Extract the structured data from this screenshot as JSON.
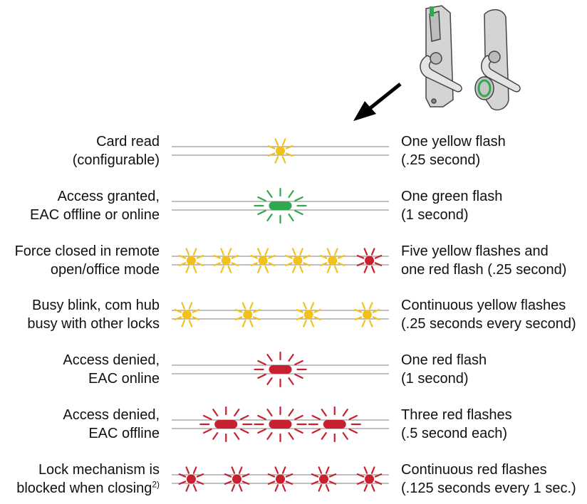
{
  "colors": {
    "yellow": "#f2c21b",
    "green": "#2fa84f",
    "red": "#c8202e",
    "track": "#999999",
    "lock_body": "#cfcfcf",
    "lock_outline": "#444444"
  },
  "rows": [
    {
      "label_lines": [
        "Card read",
        "(configurable)"
      ],
      "label_sup": "",
      "desc_lines": [
        "One yellow flash",
        "(.25 second)"
      ],
      "flashes": [
        {
          "color": "yellow",
          "shape": "dot",
          "pos": 0.5
        }
      ]
    },
    {
      "label_lines": [
        "Access granted,",
        "EAC offline or online"
      ],
      "label_sup": "",
      "desc_lines": [
        "One green flash",
        "(1 second)"
      ],
      "flashes": [
        {
          "color": "green",
          "shape": "bar",
          "pos": 0.5
        }
      ]
    },
    {
      "label_lines": [
        "Force closed in remote",
        "open/office mode"
      ],
      "label_sup": "",
      "desc_lines": [
        "Five yellow flashes and",
        "one red flash (.25 second)"
      ],
      "flashes": [
        {
          "color": "yellow",
          "shape": "dot",
          "pos": 0.09
        },
        {
          "color": "yellow",
          "shape": "dot",
          "pos": 0.25
        },
        {
          "color": "yellow",
          "shape": "dot",
          "pos": 0.42
        },
        {
          "color": "yellow",
          "shape": "dot",
          "pos": 0.58
        },
        {
          "color": "yellow",
          "shape": "dot",
          "pos": 0.74
        },
        {
          "color": "red",
          "shape": "dot",
          "pos": 0.91
        }
      ]
    },
    {
      "label_lines": [
        "Busy blink, com hub",
        "busy with other locks"
      ],
      "label_sup": "",
      "desc_lines": [
        "Continuous yellow flashes",
        "(.25 seconds every second)"
      ],
      "flashes": [
        {
          "color": "yellow",
          "shape": "dot",
          "pos": 0.07
        },
        {
          "color": "yellow",
          "shape": "dot",
          "pos": 0.35
        },
        {
          "color": "yellow",
          "shape": "dot",
          "pos": 0.63
        },
        {
          "color": "yellow",
          "shape": "dot",
          "pos": 0.9
        }
      ]
    },
    {
      "label_lines": [
        "Access denied,",
        "EAC online"
      ],
      "label_sup": "",
      "desc_lines": [
        "One red flash",
        "(1 second)"
      ],
      "flashes": [
        {
          "color": "red",
          "shape": "bar",
          "pos": 0.5
        }
      ]
    },
    {
      "label_lines": [
        "Access denied,",
        "EAC offline"
      ],
      "label_sup": "",
      "desc_lines": [
        "Three red flashes",
        "(.5 second each)"
      ],
      "flashes": [
        {
          "color": "red",
          "shape": "bar",
          "pos": 0.25
        },
        {
          "color": "red",
          "shape": "bar",
          "pos": 0.5
        },
        {
          "color": "red",
          "shape": "bar",
          "pos": 0.75
        }
      ]
    },
    {
      "label_lines": [
        "Lock mechanism is",
        "blocked when closing"
      ],
      "label_sup": "2)",
      "desc_lines": [
        "Continuous red flashes",
        "(.125 seconds every 1 sec.)"
      ],
      "flashes": [
        {
          "color": "red",
          "shape": "dot",
          "pos": 0.09
        },
        {
          "color": "red",
          "shape": "dot",
          "pos": 0.3
        },
        {
          "color": "red",
          "shape": "dot",
          "pos": 0.5
        },
        {
          "color": "red",
          "shape": "dot",
          "pos": 0.7
        },
        {
          "color": "red",
          "shape": "dot",
          "pos": 0.91
        }
      ]
    }
  ]
}
